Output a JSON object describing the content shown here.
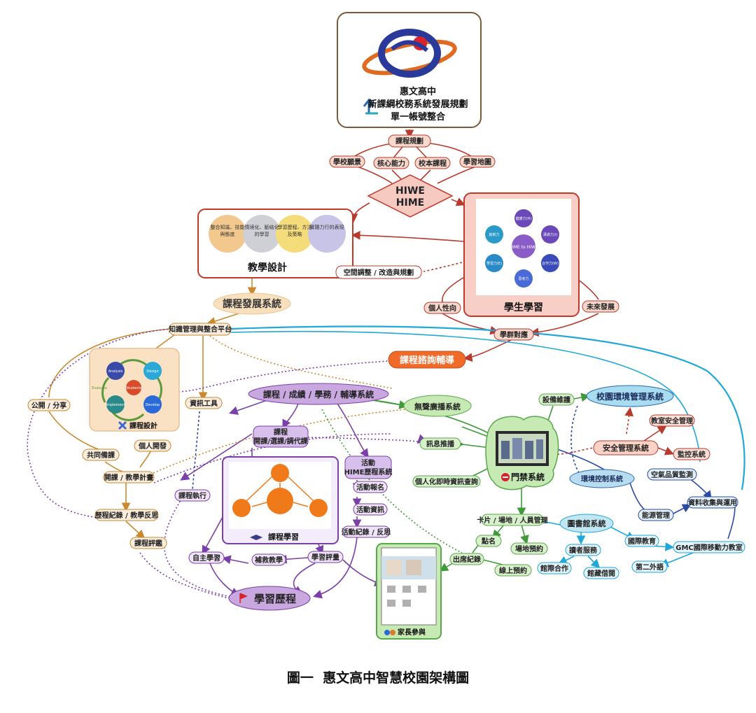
{
  "header": {
    "school": "惠文高中",
    "plan": "新課綱校務系統發展規劃",
    "account": "單一帳號整合"
  },
  "curriculum": {
    "planning": "課程規劃",
    "vision": "學校願景",
    "core": "核心能力",
    "school_course": "校本課程",
    "map": "學習地圖",
    "hiwe": "HIWE",
    "hime": "HIME"
  },
  "teaching_design": {
    "title": "教學設計",
    "circles": [
      "整合知識、技能與態度",
      "情境化、脈絡化的學習",
      "學習歷程、方法及策略",
      "實踐力行的表現"
    ],
    "space": "空間調整 / 改造與規劃"
  },
  "student_learning": {
    "title": "學生學習",
    "center": "HIME to HIWE",
    "nodes": [
      "健康力(H)",
      "溝通力(I)",
      "合作力(W)",
      "學習力(E)",
      "創新力",
      "思考力"
    ],
    "personality": "個人性向",
    "future": "未來發展",
    "group": "學群對應"
  },
  "systems": {
    "course_dev": "課程發展系統",
    "knowledge": "知識管理與整合平台",
    "counseling": "課程諮詢輔導",
    "main_system": "課程 / 成績 / 學務 / 輔導系統",
    "broadcast": "無聲廣播系統",
    "env_mgmt": "校園環境管理系統",
    "equipment": "設備維護",
    "classroom_safety": "教室安全管理",
    "safety": "安全管理系統",
    "monitor": "監控系統",
    "env_control": "環境控制系統",
    "air": "空氣品質監測",
    "data": "資料收集與運用",
    "energy": "能源管理",
    "push": "訊息推播",
    "gate": "門禁系統",
    "realtime": "個人化即時資訊查詢",
    "card": "卡片 / 場地 / 人員管理",
    "library": "圖書館系統",
    "roll": "點名",
    "venue": "場地預約",
    "reader": "讀者服務",
    "intl": "國際教育",
    "gmc": "GMC國際移動力教室",
    "attendance": "出席紀錄",
    "online": "線上預約",
    "interlib": "館際合作",
    "borrow": "館藏借閱",
    "second_lang": "第二外語",
    "parent": "家長參與"
  },
  "course_design": {
    "title": "課程設計",
    "cycle": [
      "Analysis",
      "Design",
      "Develop",
      "Implement",
      "Evaluate",
      "Students"
    ],
    "public": "公開 / 分享",
    "coprep": "共同備課",
    "personal_dev": "個人開發",
    "info_tool": "資訊工具",
    "plan": "開課 / 教學計畫",
    "execute": "課程執行",
    "record": "歷程紀錄 / 教學反思",
    "evaluate": "課程評鑑"
  },
  "course_learning": {
    "course": "課程",
    "course_ops": "開課/選課/調代課",
    "title": "課程學習",
    "self": "自主學習",
    "remedial": "補救教學",
    "assessment": "學習評量",
    "portfolio": "學習歷程"
  },
  "activities": {
    "activity": "活動",
    "hime_system": "HIME歷程系統",
    "signup": "活動報名",
    "info": "活動資訊",
    "record": "活動紀錄 / 反思"
  },
  "caption": "圖一  惠文高中智慧校園架構圖"
}
